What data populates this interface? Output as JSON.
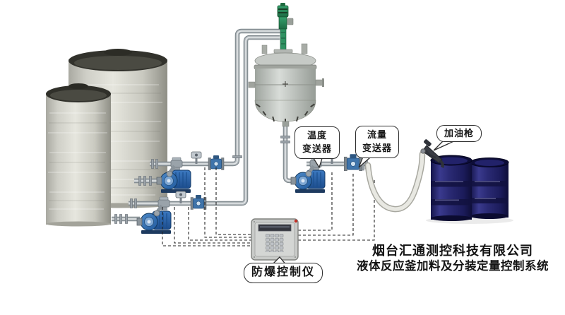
{
  "callouts": {
    "temperature": {
      "line1": "温度",
      "line2": "变送器"
    },
    "flow": {
      "line1": "流量",
      "line2": "变送器"
    },
    "nozzle": {
      "label": "加油枪"
    },
    "controller": {
      "label": "防爆控制仪"
    }
  },
  "footer": {
    "company": "烟台汇通测控科技有限公司",
    "system": "液体反应釜加料及分装定量控制系统"
  },
  "equipment_icons": {
    "tanks": [
      "storage-tank-rear",
      "storage-tank-front"
    ],
    "reactor": "reaction-kettle-with-agitator-motor",
    "pumps": [
      "feed-pump-upper",
      "feed-pump-lower",
      "discharge-pump"
    ],
    "instruments": [
      "strainer",
      "temperature-sensor",
      "flow-meter"
    ],
    "controller": "explosion-proof-controller",
    "drums": [
      "filling-drum-left",
      "filling-drum-right"
    ],
    "hose": "filling-hose",
    "nozzle": "fuel-nozzle"
  },
  "colors": {
    "pump_blue": "#2f6fb5",
    "drum_navy": "#23236b",
    "pipe_gray": "#aeb4b8",
    "tank_silver": "#dcdcd4",
    "reactor_green": "#2e8f5e",
    "display_dark": "#34363e",
    "alert_red": "#c23026",
    "wire_black": "#222222"
  }
}
